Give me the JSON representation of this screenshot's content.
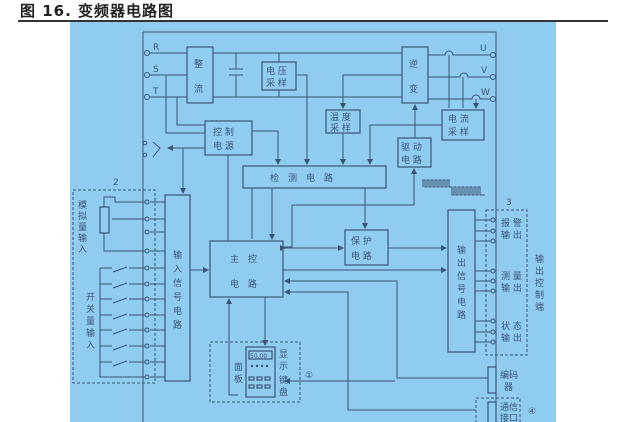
{
  "figure_title": "图 16. 变频器电路图",
  "terminals": {
    "r": "R",
    "s": "S",
    "t": "T",
    "u": "U",
    "v": "V",
    "w": "W"
  },
  "blocks": {
    "rectifier": [
      "整",
      "流"
    ],
    "voltage_sampling": [
      "电 压",
      "采 样"
    ],
    "inverter": [
      "逆",
      "变"
    ],
    "temperature_sampling": [
      "温 度",
      "采 样"
    ],
    "current_sampling": [
      "电 流",
      "采 样"
    ],
    "control_power": [
      "控 制",
      "电 源"
    ],
    "drive_circuit": [
      "驱 动",
      "电 路"
    ],
    "detection_circuit": "检　测　电　路",
    "main_control": [
      "主　控",
      "电　路"
    ],
    "protection_circuit": [
      "保 护",
      "电 路"
    ],
    "input_signal_circuit": [
      "输",
      "入",
      "信",
      "号",
      "电",
      "路"
    ],
    "output_signal_circuit": [
      "输",
      "出",
      "信",
      "号",
      "电",
      "路"
    ]
  },
  "inputs": {
    "group_number": "2",
    "analog_input": [
      "模",
      "拟",
      "量",
      "输",
      "入"
    ],
    "switch_input": [
      "开",
      "关",
      "量",
      "输",
      "入"
    ]
  },
  "outputs": {
    "group_number": "3",
    "alarm_output": [
      "报 警",
      "输 出"
    ],
    "measurement_output": [
      "测 量",
      "输 出"
    ],
    "status_output": [
      "状 态",
      "输 出"
    ],
    "output_control_terminal": [
      "输",
      "出",
      "控",
      "制",
      "端"
    ]
  },
  "panel": {
    "group_number": "①",
    "display_value": "50.00",
    "panel_label": [
      "面",
      "板"
    ],
    "display_label": [
      "显",
      "示"
    ],
    "keyboard_label": [
      "键",
      "盘"
    ]
  },
  "encoder": [
    "编码",
    "器"
  ],
  "communication": {
    "group_number": "④",
    "label": [
      "通信",
      "接口"
    ]
  }
}
